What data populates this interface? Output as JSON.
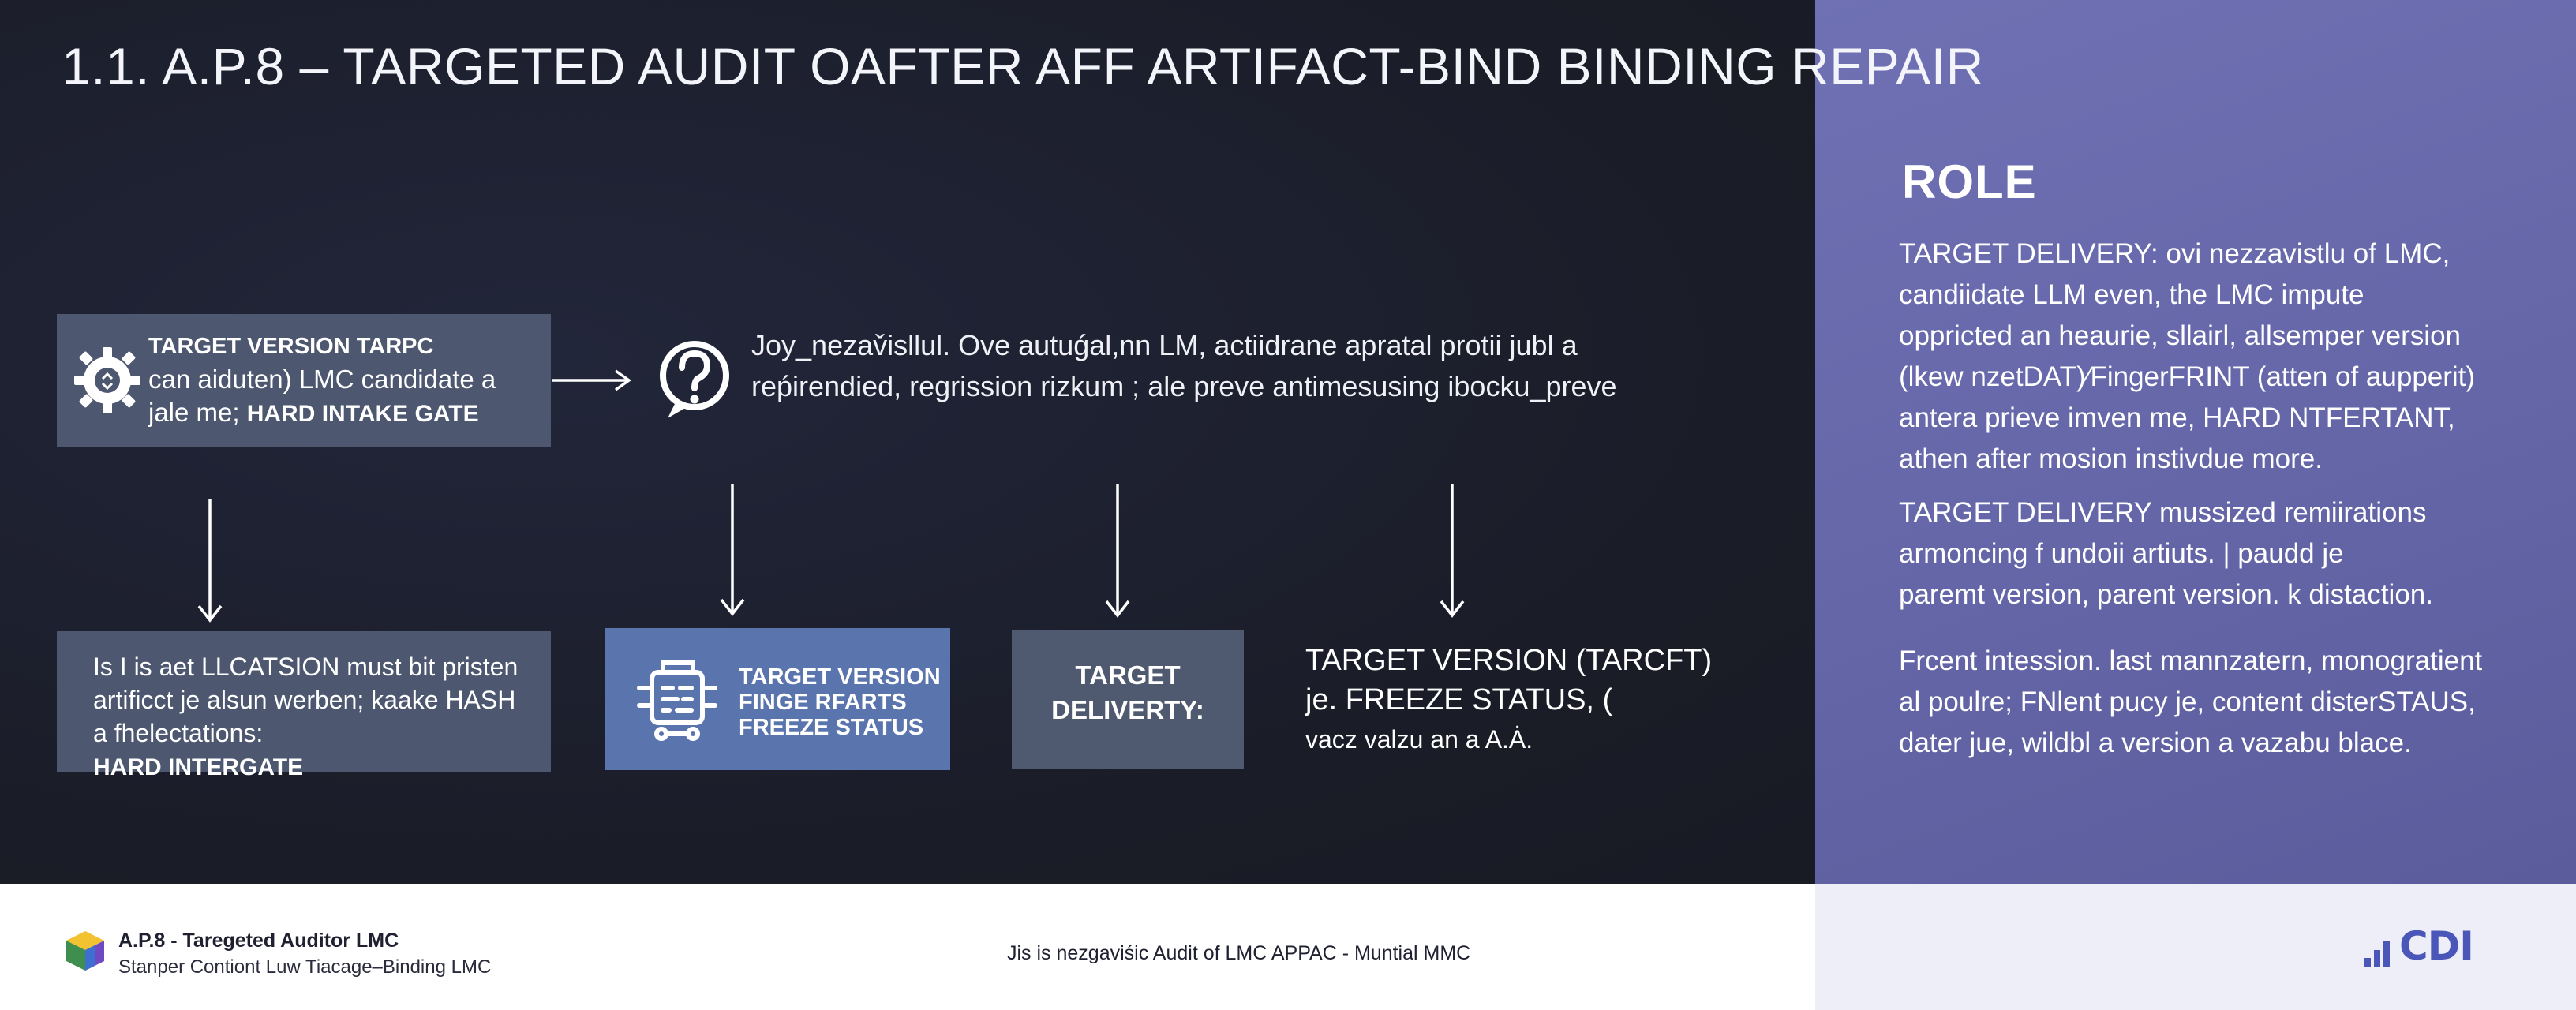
{
  "slide": {
    "title": "1.1.  A.P.8 – TARGETED AUDIT OAFTER AFF ARTIFACT-BIND BINDING REPAIR"
  },
  "diagram": {
    "intake_box": {
      "line1": "TARGET VERSION TARPC",
      "line2": "can aiduten) LMC candidate a",
      "line3_prefix": "jale me; ",
      "line3_strong": "HARD INTAKE GATE",
      "icon": "gear-icon"
    },
    "question_icon": "question-circle-icon",
    "description": {
      "line1": "Joy_nezav̌isllul. Ove autuǵal,nn LM, actiidrane apratal protii jubl a",
      "line2": "reṕirendied, regrission rizkum ; ale preve antimesusing ibocku_preve"
    },
    "location_box": {
      "line1": "Is I is aet LLCATSION must bit pristen",
      "line2": "artificct je alsun werben; kaake HASH",
      "line3_prefix": "a fhelectations: ",
      "line3_strong": "HARD INTERGATE"
    },
    "fingerprint_box": {
      "line1": "TARGET VERSION",
      "line2": "FINGE RFARTS",
      "line3": "FREEZE STATUS",
      "icon": "fingerprint-device-icon"
    },
    "delivery_box": {
      "line1": "TARGET",
      "line2": "DELIVERTY:"
    },
    "freeze_text": {
      "line1": "TARGET VERSION (TARCFT)",
      "line2": "je. FREEZE STATUS, (",
      "line3": "vacz valzu an a A.Ȧ."
    }
  },
  "role_panel": {
    "title": "ROLE",
    "para1": [
      "TARGET DELIVERY: ovi nezzavistlu of LMC,",
      "candiidate LLM even, the LMC impute",
      "oppricted an heaurie, sllairl, allsemper version",
      "(lkew nzetDAT)⁄FingerFRINT (atten of aupperit)",
      "antera prieve imven me, HARD NTFERTANT,",
      "athen after mosion instivdue more."
    ],
    "para2": [
      "TARGET DELIVERY mussized remiirations",
      "armoncing f undoii artiuts. | paudd je",
      "paremt version, parent version. k distaction."
    ],
    "para3": [
      "Frcent intession. last mannzatern, monogratient",
      "al poulre; FNlent pucy je, content disterSTAUS,",
      "dater jue, wildbl a version a vazabu blace."
    ]
  },
  "footer": {
    "title": "A.P.8 - Taregeted Auditor LMC",
    "subtitle": "Stanper Contiont Luw Tiacage–Binding LMC",
    "center_text": "Jis is nezgaviśic Audit of LMC APPAC - Muntial MMC",
    "brand": "CDI",
    "logo_icon": "cube-logo-icon",
    "brand_icon": "bar-chart-logo-icon"
  },
  "colors": {
    "background": "#1d1f2c",
    "role_panel": "#6466a8",
    "box": "#4d5870",
    "box_highlight": "#5a74ad",
    "brand": "#4a57b8"
  }
}
